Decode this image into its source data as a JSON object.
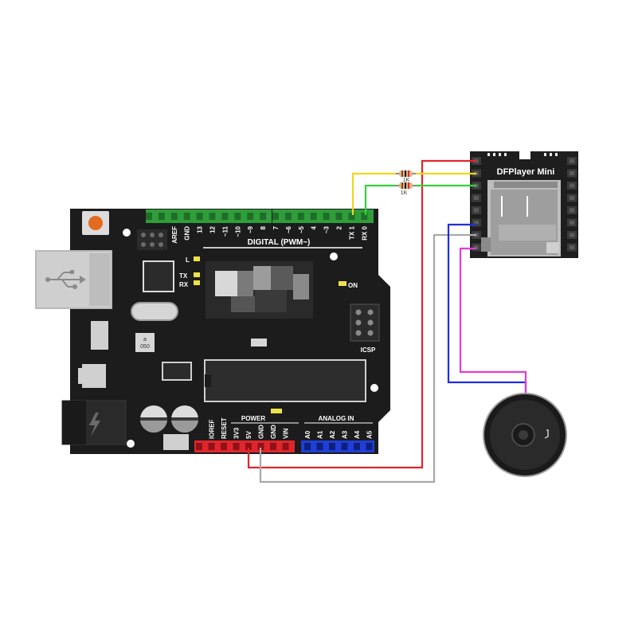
{
  "colors": {
    "board": "#1c1c1c",
    "header_green": "#2f9e3a",
    "header_red": "#e0262c",
    "header_blue": "#1f3fd6",
    "wire_red": "#e0262c",
    "wire_yellow": "#f2d51c",
    "wire_green": "#35d23a",
    "wire_blue": "#1f2fd8",
    "wire_gray": "#a8a8a8",
    "wire_magenta": "#e23ad8"
  },
  "arduino": {
    "label_digital": "DIGITAL (PWM~)",
    "label_power": "POWER",
    "label_analog": "ANALOG IN",
    "label_icsp": "ICSP",
    "label_on": "ON",
    "led_labels": [
      "L",
      "TX",
      "RX"
    ],
    "chip_label_a": "a",
    "chip_label_b": "050",
    "digital_pins": [
      "AREF",
      "GND",
      "13",
      "12",
      "~11",
      "~10",
      "~9",
      "8",
      "7",
      "~6",
      "~5",
      "4",
      "~3",
      "2",
      "TX 1",
      "RX 0"
    ],
    "power_pins": [
      "IOREF",
      "RESET",
      "3V3",
      "5V",
      "GND",
      "GND",
      "VIN"
    ],
    "analog_pins": [
      "A0",
      "A1",
      "A2",
      "A3",
      "A4",
      "A5"
    ],
    "usb_icon": "usb-icon",
    "power_jack_icon": "lightning-icon"
  },
  "dfplayer": {
    "title": "DFPlayer Mini"
  },
  "resistors": [
    {
      "label": "1K"
    },
    {
      "label": "1K"
    }
  ],
  "speaker": {
    "icon": "speaker-icon"
  }
}
